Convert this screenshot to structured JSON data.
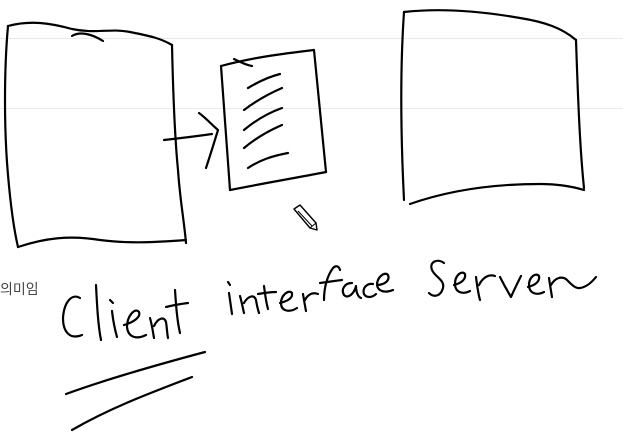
{
  "side_text": "의미임",
  "labels": {
    "client": "client",
    "interface": "interface",
    "server": "server"
  },
  "icons": {
    "cursor": "pencil-cursor-icon"
  }
}
